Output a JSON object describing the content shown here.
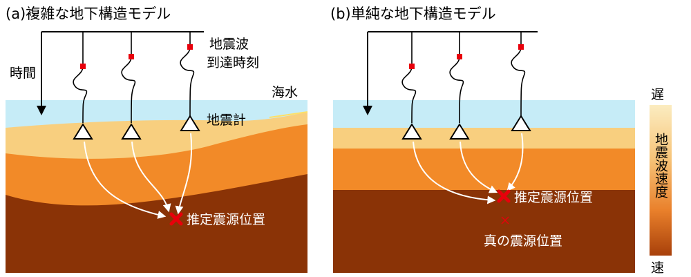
{
  "panel_a": {
    "title": "(a)複雑な地下構造モデル",
    "time_label": "時間",
    "arrival_label_1": "地震波",
    "arrival_label_2": "到達時刻",
    "seawater_label": "海水",
    "seismometer_label": "地震計",
    "estimated_label": "推定震源位置"
  },
  "panel_b": {
    "title": "(b)単純な地下構造モデル",
    "estimated_label": "推定震源位置",
    "true_label": "真の震源位置"
  },
  "velocity_scale": {
    "top_label": "遅",
    "bottom_label": "速",
    "title": "地震波速度"
  },
  "colors": {
    "sea": "#c6ecf7",
    "layer_light": "#f8cf7f",
    "layer_orange": "#f28a28",
    "layer_deep": "#8a3306",
    "arrival_mark": "#e8000b",
    "estimated_mark": "#e8000b"
  }
}
